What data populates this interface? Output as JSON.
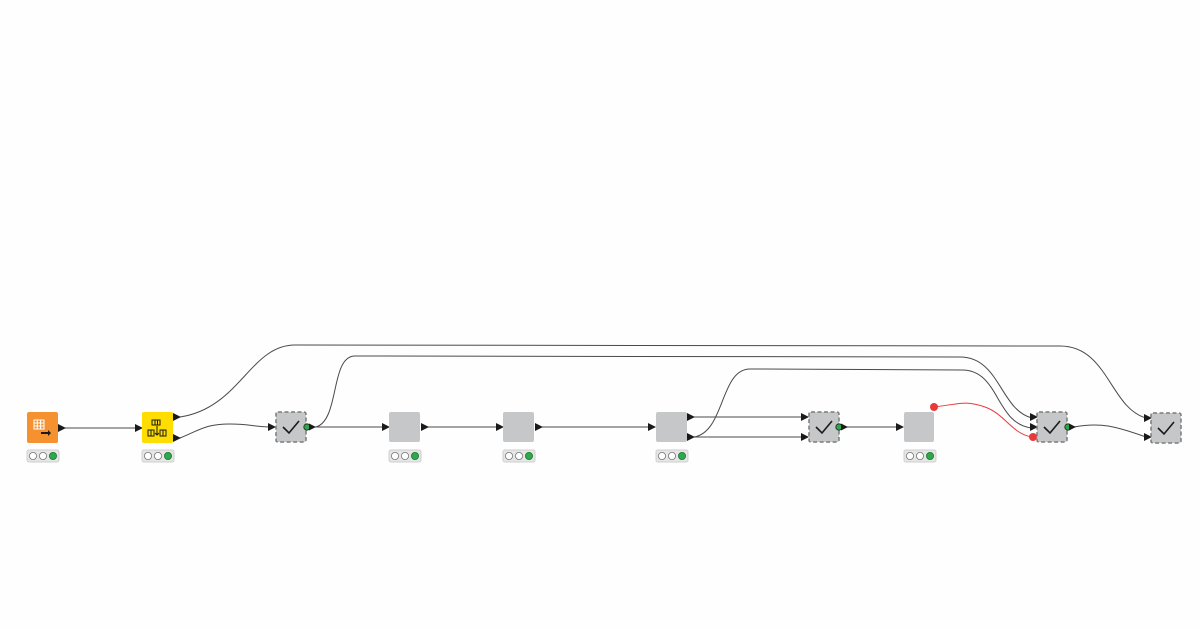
{
  "workflow": {
    "colors": {
      "source_node": "#f5922f",
      "manipulator_node": "#ffdd00",
      "generic_node": "#c5c7c9",
      "connection": "#4a4a4a",
      "flow_variable_connection": "#e63b3b",
      "status_ok": "#2ea84a",
      "status_off": "#ffffff",
      "port": "#1a1a1a"
    },
    "nodes": [
      {
        "id": "table-creator",
        "kind": "source",
        "icon": "table-output-icon",
        "status": "executed"
      },
      {
        "id": "column-splitter",
        "kind": "manipulator",
        "icon": "column-split-icon",
        "status": "executed"
      },
      {
        "id": "component-1",
        "kind": "component",
        "icon": "checkmark-icon",
        "status": "none"
      },
      {
        "id": "metanode-1",
        "kind": "plain",
        "icon": "",
        "status": "executed"
      },
      {
        "id": "metanode-2",
        "kind": "plain",
        "icon": "",
        "status": "executed"
      },
      {
        "id": "metanode-3",
        "kind": "plain",
        "icon": "",
        "status": "executed"
      },
      {
        "id": "component-2",
        "kind": "component",
        "icon": "checkmark-icon",
        "status": "none"
      },
      {
        "id": "metanode-4",
        "kind": "plain",
        "icon": "",
        "status": "executed"
      },
      {
        "id": "component-3",
        "kind": "component",
        "icon": "checkmark-icon",
        "status": "none"
      },
      {
        "id": "component-4",
        "kind": "component",
        "icon": "checkmark-icon",
        "status": "none"
      }
    ],
    "connections": [
      {
        "from": "table-creator",
        "to": "column-splitter",
        "type": "data"
      },
      {
        "from": "column-splitter",
        "to": "component-1",
        "type": "data"
      },
      {
        "from": "column-splitter",
        "to": "component-4",
        "type": "data"
      },
      {
        "from": "component-1",
        "to": "metanode-1",
        "type": "data"
      },
      {
        "from": "component-1",
        "to": "component-3",
        "type": "data"
      },
      {
        "from": "metanode-1",
        "to": "metanode-2",
        "type": "data"
      },
      {
        "from": "metanode-2",
        "to": "metanode-3",
        "type": "data"
      },
      {
        "from": "metanode-3",
        "to": "component-2",
        "type": "data"
      },
      {
        "from": "metanode-3",
        "to": "component-3",
        "type": "data"
      },
      {
        "from": "component-2",
        "to": "metanode-4",
        "type": "data"
      },
      {
        "from": "metanode-4",
        "to": "component-3",
        "type": "flow-variable"
      },
      {
        "from": "component-3",
        "to": "component-4",
        "type": "data"
      }
    ]
  }
}
